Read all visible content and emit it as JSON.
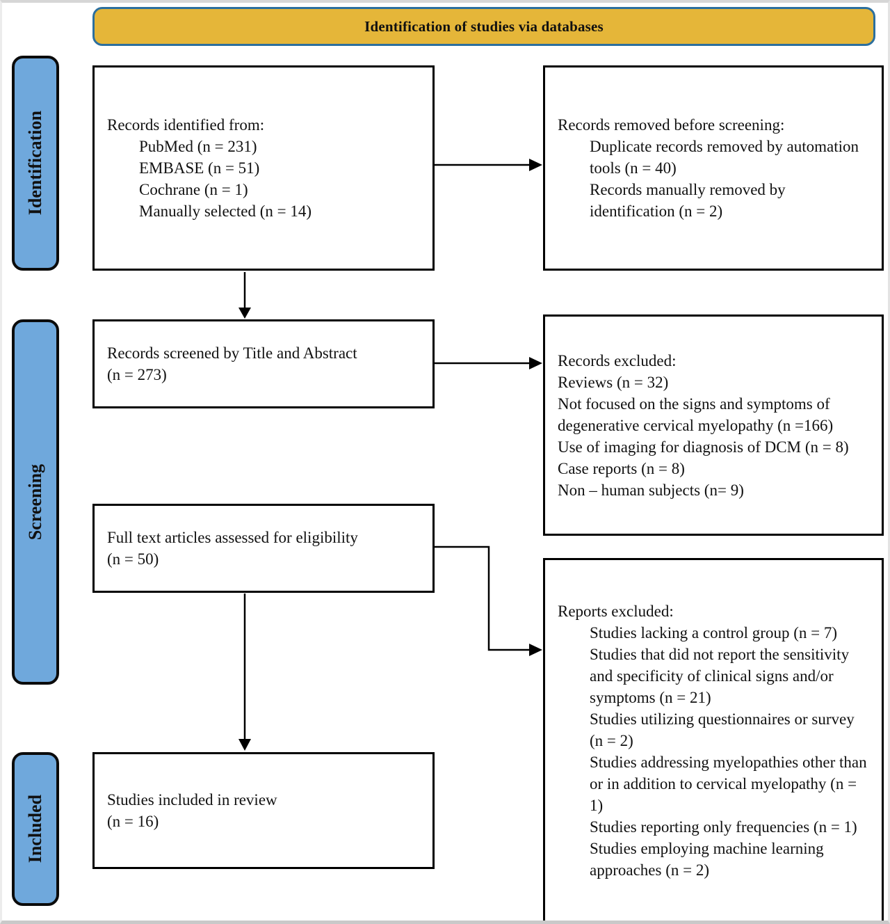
{
  "header": {
    "title": "Identification of studies via databases"
  },
  "stages": {
    "identification": "Identification",
    "screening": "Screening",
    "included": "Included"
  },
  "boxes": {
    "records_identified": {
      "title": "Records identified from:",
      "items": [
        "PubMed (n = 231)",
        "EMBASE (n = 51)",
        "Cochrane (n = 1)",
        "Manually selected (n = 14)"
      ]
    },
    "records_removed": {
      "title": "Records removed before screening:",
      "items": [
        "Duplicate records removed by automation tools (n = 40)",
        "Records manually removed by identification (n = 2)"
      ]
    },
    "records_screened": {
      "text": "Records screened by Title and Abstract\n(n = 273)"
    },
    "records_excluded": {
      "title": "Records excluded:",
      "items": [
        "Reviews (n = 32)",
        "Not focused on the signs and symptoms of degenerative cervical myelopathy (n =166)",
        "Use of imaging for diagnosis of DCM (n = 8)",
        "Case reports (n = 8)",
        "Non – human subjects (n= 9)"
      ]
    },
    "full_text": {
      "text": "Full text articles assessed for eligibility\n(n = 50)"
    },
    "reports_excluded": {
      "title": "Reports excluded:",
      "items": [
        "Studies lacking a control group (n = 7)",
        "Studies that did not report the sensitivity and specificity of clinical signs and/or symptoms (n = 21)",
        "Studies utilizing questionnaires or survey (n = 2)",
        "Studies addressing myelopathies other than or in addition to cervical myelopathy (n = 1)",
        "Studies reporting only frequencies (n = 1)",
        "Studies employing machine learning approaches (n = 2)"
      ]
    },
    "studies_included": {
      "text": "Studies included in review\n(n = 16)"
    }
  },
  "colors": {
    "banner_fill": "#e5b639",
    "banner_border": "#2c6f9e",
    "stage_fill": "#6fa8dc",
    "line_color": "#000000",
    "text_color": "#111111"
  }
}
